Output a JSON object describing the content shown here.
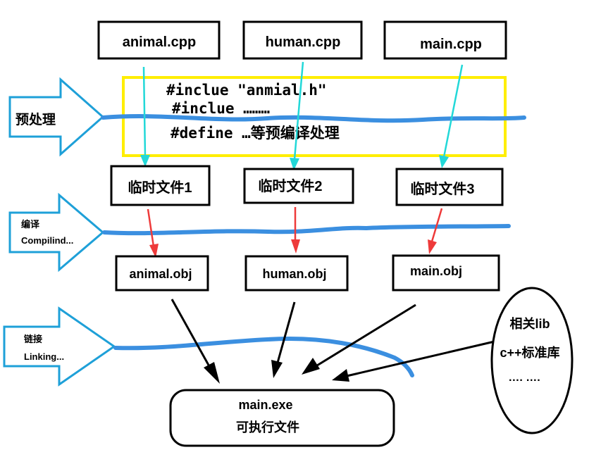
{
  "stages": {
    "preprocess": {
      "label": "预处理"
    },
    "compile": {
      "label_cn": "编译",
      "label_en": "Compilind..."
    },
    "link": {
      "label_cn": "链接",
      "label_en": "Linking..."
    }
  },
  "sources": [
    "animal.cpp",
    "human.cpp",
    "main.cpp"
  ],
  "preprocess_box": {
    "line1": "#inclue \"anmial.h\"",
    "line2": "#inclue ………",
    "line3": "#define …等预编译处理"
  },
  "temp_files": [
    "临时文件1",
    "临时文件2",
    "临时文件3"
  ],
  "objects": [
    "animal.obj",
    "human.obj",
    "main.obj"
  ],
  "libs": {
    "line1": "相关lib",
    "line2": "c++标准库",
    "line3": "….   …."
  },
  "output": {
    "line1": "main.exe",
    "line2": "可执行文件"
  },
  "colors": {
    "stage_arrow": "#1ea0d8",
    "wavy_line": "#3b8fe0",
    "preprocess_border": "#ffee00",
    "cyan_arrow": "#22d8d8",
    "red_arrow": "#ee3a3a",
    "black_arrow": "#000000"
  }
}
